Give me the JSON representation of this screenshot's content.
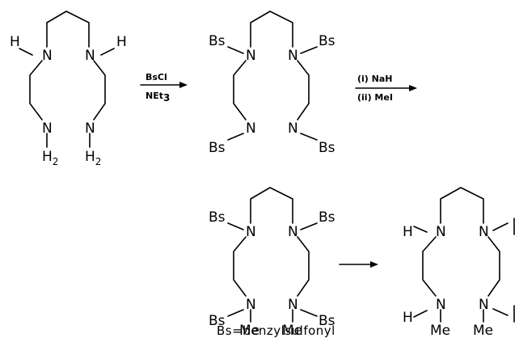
{
  "atoms": {
    "n": "N",
    "h": "H",
    "bs": "Bs",
    "me": "Me",
    "h2_main": "H",
    "h2_sub": "2"
  },
  "reaction1": {
    "reagent_top": "BsCl",
    "reagent_bottom_main": "NEt",
    "reagent_bottom_sub": "3"
  },
  "reaction2": {
    "step1": "(i) NaH",
    "step2": "(ii) MeI"
  },
  "legend": "Bs=benzylsulfonyl"
}
